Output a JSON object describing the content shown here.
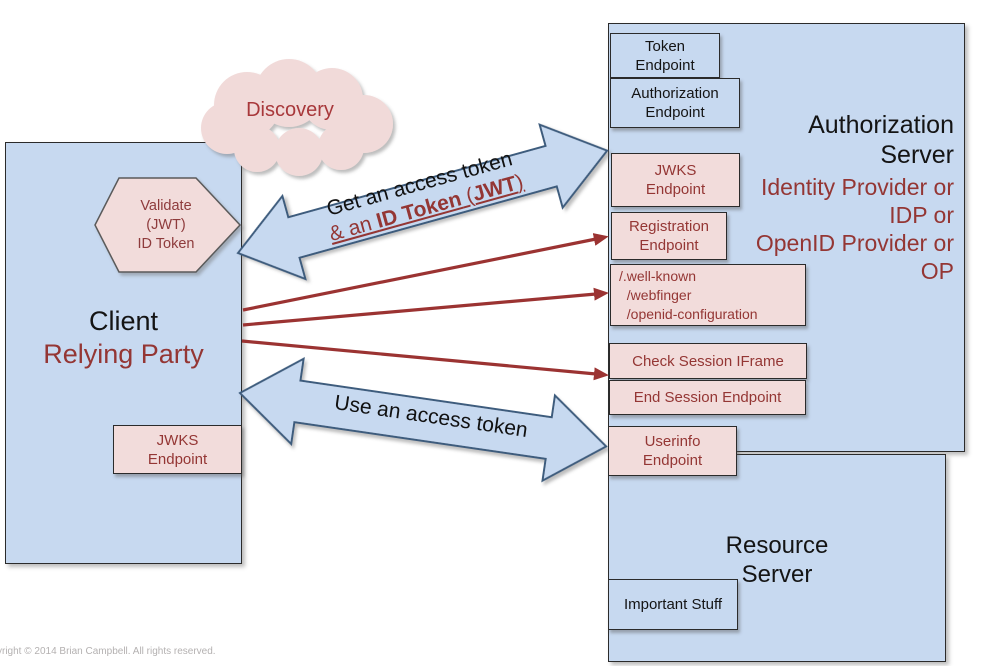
{
  "page": {
    "copyright": "yright © 2014 Brian Campbell. All rights reserved."
  },
  "cloud": {
    "label": "Discovery"
  },
  "client": {
    "title": "Client",
    "subtitle": "Relying Party",
    "hexagon_label": "Validate\n(JWT)\nID Token",
    "jwks_label": "JWKS\nEndpoint"
  },
  "authorization_server": {
    "title": "Authorization\nServer",
    "subtitle": "Identity Provider or\nIDP or\nOpenID Provider or\nOP",
    "endpoints": {
      "token": "Token\nEndpoint",
      "authorization": "Authorization\nEndpoint",
      "jwks": "JWKS\nEndpoint",
      "registration": "Registration\nEndpoint",
      "well_known": "/.well-known\n  /webfinger\n  /openid-configuration",
      "check_session": "Check Session IFrame",
      "end_session": "End Session Endpoint",
      "userinfo": "Userinfo\nEndpoint"
    }
  },
  "resource_server": {
    "title": "Resource\nServer",
    "important_stuff": "Important Stuff"
  },
  "arrows": {
    "get_token": {
      "line1": "Get an access token",
      "line2_prefix": "& an ",
      "line2_bold1": "ID Token",
      "line2_mid": " (",
      "line2_bold2": "JWT",
      "line2_suffix": ")"
    },
    "use_token": {
      "label": "Use an access token"
    }
  },
  "colors": {
    "box_blue": "#c7d9f0",
    "box_pink": "#f2dcdb",
    "dark_red": "#943634",
    "arrow_red": "#9b3332",
    "arrow_border_blue": "#3e5c7d"
  }
}
